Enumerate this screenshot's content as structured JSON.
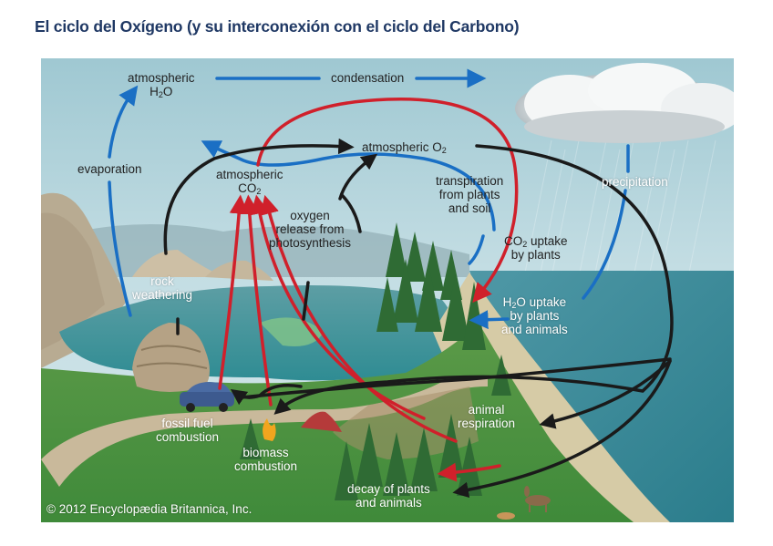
{
  "title": "El ciclo del Oxígeno (y su interconexión con el ciclo del  Carbono)",
  "colors": {
    "title": "#1f3864",
    "water_arrow": "#1a6fc4",
    "carbon_arrow": "#d0202b",
    "oxygen_arrow": "#1a1a1a"
  },
  "labels": {
    "atmospheric_h2o": {
      "line1": "atmospheric",
      "base": "H",
      "sub": "2",
      "rest": "O"
    },
    "condensation": "condensation",
    "atmospheric_o2": {
      "base": "atmospheric O",
      "sub": "2"
    },
    "evaporation": "evaporation",
    "atmospheric_co2": {
      "line1": "atmospheric",
      "base": "CO",
      "sub": "2"
    },
    "transpiration": {
      "line1": "transpiration",
      "line2": "from plants",
      "line3": "and soil"
    },
    "precipitation": "precipitation",
    "oxygen_release": {
      "line1": "oxygen",
      "line2": "release from",
      "line3": "photosynthesis"
    },
    "co2_uptake": {
      "base": "CO",
      "sub": "2",
      "rest": " uptake",
      "line2": "by plants"
    },
    "rock_weathering": {
      "line1": "rock",
      "line2": "weathering"
    },
    "h2o_uptake": {
      "base": "H",
      "sub": "2",
      "rest": "O uptake",
      "line2": "by plants",
      "line3": "and animals"
    },
    "fossil_fuel": {
      "line1": "fossil fuel",
      "line2": "combustion"
    },
    "biomass": {
      "line1": "biomass",
      "line2": "combustion"
    },
    "animal_respiration": {
      "line1": "animal",
      "line2": "respiration"
    },
    "decay": {
      "line1": "decay of plants",
      "line2": "and animals"
    }
  },
  "copyright": "© 2012 Encyclopædia Britannica, Inc."
}
